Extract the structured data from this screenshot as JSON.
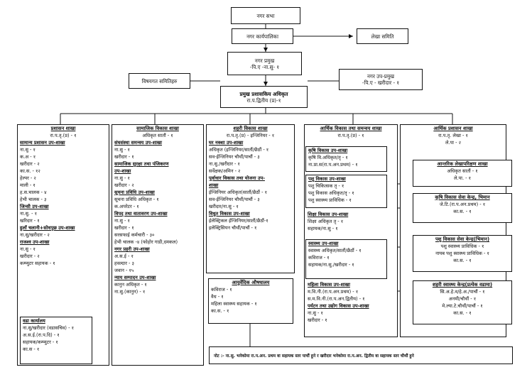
{
  "top": {
    "nagar_sabha": "नगर सभा",
    "karyapalika": "नगर कार्यपालिका",
    "lekha_samiti": "लेखा समिति",
    "pramukh": "नगर प्रमुख",
    "pramukh_sub": "-पि.ए -ना.सु- १",
    "vishayagat": "विषयगत समितिहरु",
    "upapramukh": "नगर उप-प्रमुख",
    "upapramukh_sub": "-पि.ए - खरीदार - १",
    "cao": "प्रमुख प्रशासकिय अधिकृत",
    "cao_sub": "रा.प.द्वितीय (प्र)-१"
  },
  "col1": {
    "title": "प्रशासन शाखा",
    "head": "रा.प.तृ.(प्र) - १",
    "s1_title": "सामान्य प्रशासन उप-शाखा",
    "s1_items": [
      "ना.सु - १",
      "क.अ - १",
      "खरीदार - २",
      "का.स. - १२",
      "हेल्पर - २",
      "माली - १",
      "ह.स.चालक - ४",
      "हेभी चालक - ३"
    ],
    "s2_title": "जिन्सी उप-शाखा",
    "s2_items": [
      "ना.सु. - १",
      "खरिदार - १"
    ],
    "s3_title": "हुलाँ चलानी+सोधपुछ उप-शाखा",
    "s3_items": [
      "ना.सु/खरीदार - २"
    ],
    "s4_title": "राजश्व उप-शाखा",
    "s4_items": [
      "ना.सु - १",
      "खरीदार - २",
      "कम्प्युटर सहायक - १"
    ],
    "s5_title": "वडा कार्यालय",
    "s5_items": [
      "ना.सु/खरीदार (वडासचिव) - १",
      "अ.स.ई.(रा.प.दि) - १",
      "सहायक/कम्प्युटर - १",
      "का.स - १"
    ]
  },
  "col2": {
    "title": "सामाजिक विकास शाखा",
    "head": "अधिकृत सातौं - १",
    "s1_title": "संघसंस्था समन्वय उप-शाखा",
    "s1_items": [
      "ना.सु - १",
      "खरीदार - १"
    ],
    "s2_title": "सामाजिक सुरक्षा तथा पंजिकरण",
    "s2_title2": "उप-शाखा",
    "s2_items": [
      "ना.सु - १",
      "खरीदार - २"
    ],
    "s3_title": "सूचना प्रविधि उप-शाखा",
    "s3_items": [
      "सूचना प्रविधि अधिकृत - १",
      "क.अपरेटर - १"
    ],
    "s4_title": "विपद् तथा वातावरण उप-शाखा",
    "s4_items": [
      "ना.सु - १",
      "खरीदार - १",
      "सरसफाई कर्मचारी - ३०",
      "हेभी चालक -४ (फोहोर गाडी,दमकल)"
    ],
    "s5_title": "नगर प्रहरी उप-शाखा",
    "s5_items": [
      "अ.स.ई - १",
      "हवल्दार - ३",
      "जवान - १५"
    ],
    "s6_title": "न्याय सम्पादन उप-शाखा",
    "s6_items": [
      "कानुन अधिकृत - १",
      "ना.सु.(कानुन) - १"
    ]
  },
  "col3": {
    "title": "शहरी विकास शाखा",
    "head": "रा.प.तृ.(प्र) - इन्जिनियर - १",
    "s1_title": "घर नक्शा उप-शाखा",
    "s1_items": [
      "अधिकृत (इन्जिनियर/सातौं/छैठौं - १",
      "सव-ईन्जिनियर चौथौं/पाचौं - ३",
      "ना.सु./खरीदार - १",
      "सर्वेक्षक/अमिन - २"
    ],
    "s2_title": "पूर्वाधार विकास तथा योजना उप-",
    "s2_title2": "शाखा",
    "s2_items": [
      "ईन्जिनियर अधिकृत(सातौं/छैठौं - १",
      "सव-ईन्जिनियर चौथौं/पाचौं - ३",
      "खरीदार/ना.सु - १"
    ],
    "s3_title": "विधुत विकास उप-शाखा",
    "s3_items": [
      "ईलेक्ट्रिकल ईन्जिनियर/सातौं/छैठौं-१",
      "इलेक्ट्रिसियन चौथौं/पाचौं - १"
    ]
  },
  "ayur": {
    "title": "आयुर्वेदिक औषधालय",
    "items": [
      "कविराज - १",
      "वैध - १",
      "महिला स्वास्थ्य सहायक - १",
      "का.स. - १"
    ]
  },
  "col4": {
    "title": "आर्थिक विकास तथा समन्वय शाखा",
    "head": "रा.प.तृ.(प्र) - १",
    "s1_title": "कृषि विकास उप-शाखा",
    "s1_items": [
      "कृषि वि.अधिकृत/तृ - १",
      "ना.प्रा.स(रा.प.अन.प्रथम) - १"
    ],
    "s2_title": "पशु विकास उप-शाखा",
    "s2_items": [
      "पशु चिकित्सक तृ - १",
      "पशु विकास अधिकृत/तृ - १",
      "पशु स्वास्थ्य प्राविधिक - १"
    ],
    "s3_title": "शिक्षा विकास उप-शाखा",
    "s3_items": [
      "शिक्षा अधिकृत तृ - १",
      "सहायक/ना.सु - १"
    ],
    "s4_title": "स्वास्थ्य उप-शाखा",
    "s4_items": [
      "स्वास्थ्य अधिकृत/सातौं/छैठौं - १",
      "कविराज - १",
      "सहायक/ना.सु./खरीदार - १"
    ],
    "s5_title": "महिला विकास उप-शाखा",
    "s5_items": [
      "म.वि.नी.(रा.प.अन.प्रथम) - १",
      "स.म.वि.नी.(रा.प.अन.द्वितीय) - १"
    ],
    "s6_title": "पर्यटन तथा उद्योग विकास उप-शाखा",
    "s6_items": [
      "ना.सु - १",
      "खरीदार - १"
    ]
  },
  "col5": {
    "title": "आर्थिक प्रशासन शाखा",
    "items": [
      "रा.प.तृ. लेखा - १",
      "ले.पा - २"
    ]
  },
  "audit": {
    "title": "आन्तरिक लेखापरिक्षण शाखा",
    "items": [
      "अधिकृत सातौं - १",
      "ले.पा. - १"
    ]
  },
  "agri": {
    "title": "कृषि विकास सेवा केन्द्र, भिमान",
    "items": [
      "जे.टि.(रा.प.अन.प्रथम) - १",
      "का.स. - १"
    ]
  },
  "pashu": {
    "title": "पशु विकास सेवा केन्द्र(भिमान)",
    "items": [
      "पशु स्वास्थ्य प्राविधिक - १",
      "नायब पशु स्वास्थ्य प्राविधिक - १",
      "का.स. - १"
    ]
  },
  "health": {
    "title": "शहरी स्वास्थ्य केन्द्र(प्रत्येक वडामा)",
    "items": [
      "सि.अ.हे.व/हे.अ./पाचौं - १",
      "अनमी/चौथौं - १",
      "मे.ल्या.टे.चौथौं/पाचौं - १",
      "का.स. - १"
    ]
  },
  "note": "नोट :- ना.सु. भनेकोमा रा.प.अन. प्रथम वा सहायक स्तर पाचौं हुने र खरीदार भनेकोमा रा.प.अन. द्वितीय वा सहायक स्तर चौथौं हुने"
}
